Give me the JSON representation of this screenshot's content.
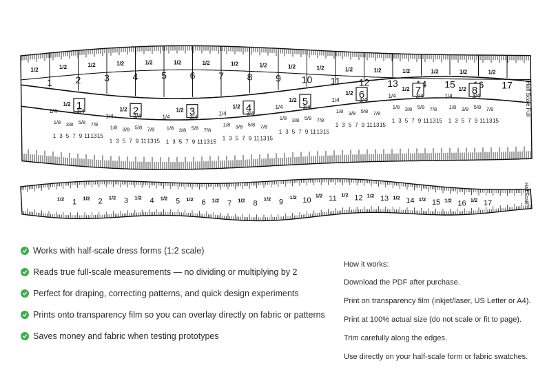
{
  "rulers": {
    "full": {
      "side_label": "Half Scale Full",
      "whole_numbers": [
        "1",
        "2",
        "3",
        "4",
        "5",
        "6",
        "7",
        "8",
        "9",
        "10",
        "11",
        "12",
        "13",
        "14",
        "15",
        "16",
        "17"
      ],
      "half_mark": "1/2",
      "boxed_numbers": [
        "1",
        "2",
        "3",
        "4",
        "5",
        "6",
        "7",
        "8"
      ],
      "quarter_marks": [
        "1/4",
        "1/2",
        "3/4"
      ],
      "eighth_marks": [
        "1/8",
        "3/8",
        "5/8",
        "7/8"
      ],
      "sixteenths": [
        "1",
        "3",
        "5",
        "7",
        "9",
        "11",
        "13",
        "15"
      ]
    },
    "half": {
      "side_label": "Half Scale",
      "whole_numbers": [
        "1",
        "2",
        "3",
        "4",
        "5",
        "6",
        "7",
        "8",
        "9",
        "10",
        "11",
        "12",
        "13",
        "14",
        "15",
        "16",
        "17"
      ],
      "half_mark": "1/2"
    }
  },
  "features": [
    "Works with half-scale dress forms (1:2 scale)",
    "Reads true full-scale measurements — no dividing or multiplying by 2",
    "Perfect for draping, correcting patterns, and quick design experiments",
    "Prints onto transparency film so you can overlay directly on fabric or patterns",
    "Saves money and fabric when testing prototypes"
  ],
  "how_it_works": {
    "title": "How it works:",
    "steps": [
      "Download the PDF after purchase.",
      "Print on transparency film (inkjet/laser, US Letter or A4).",
      "Print at 100% actual size (do not scale or fit to page).",
      "Trim carefully along the edges.",
      "Use directly on your half-scale form or fabric swatches."
    ]
  },
  "colors": {
    "check": "#3fae49",
    "ink": "#111111",
    "text": "#2a2a2a"
  },
  "icons": {
    "check": "check-circle-icon"
  }
}
